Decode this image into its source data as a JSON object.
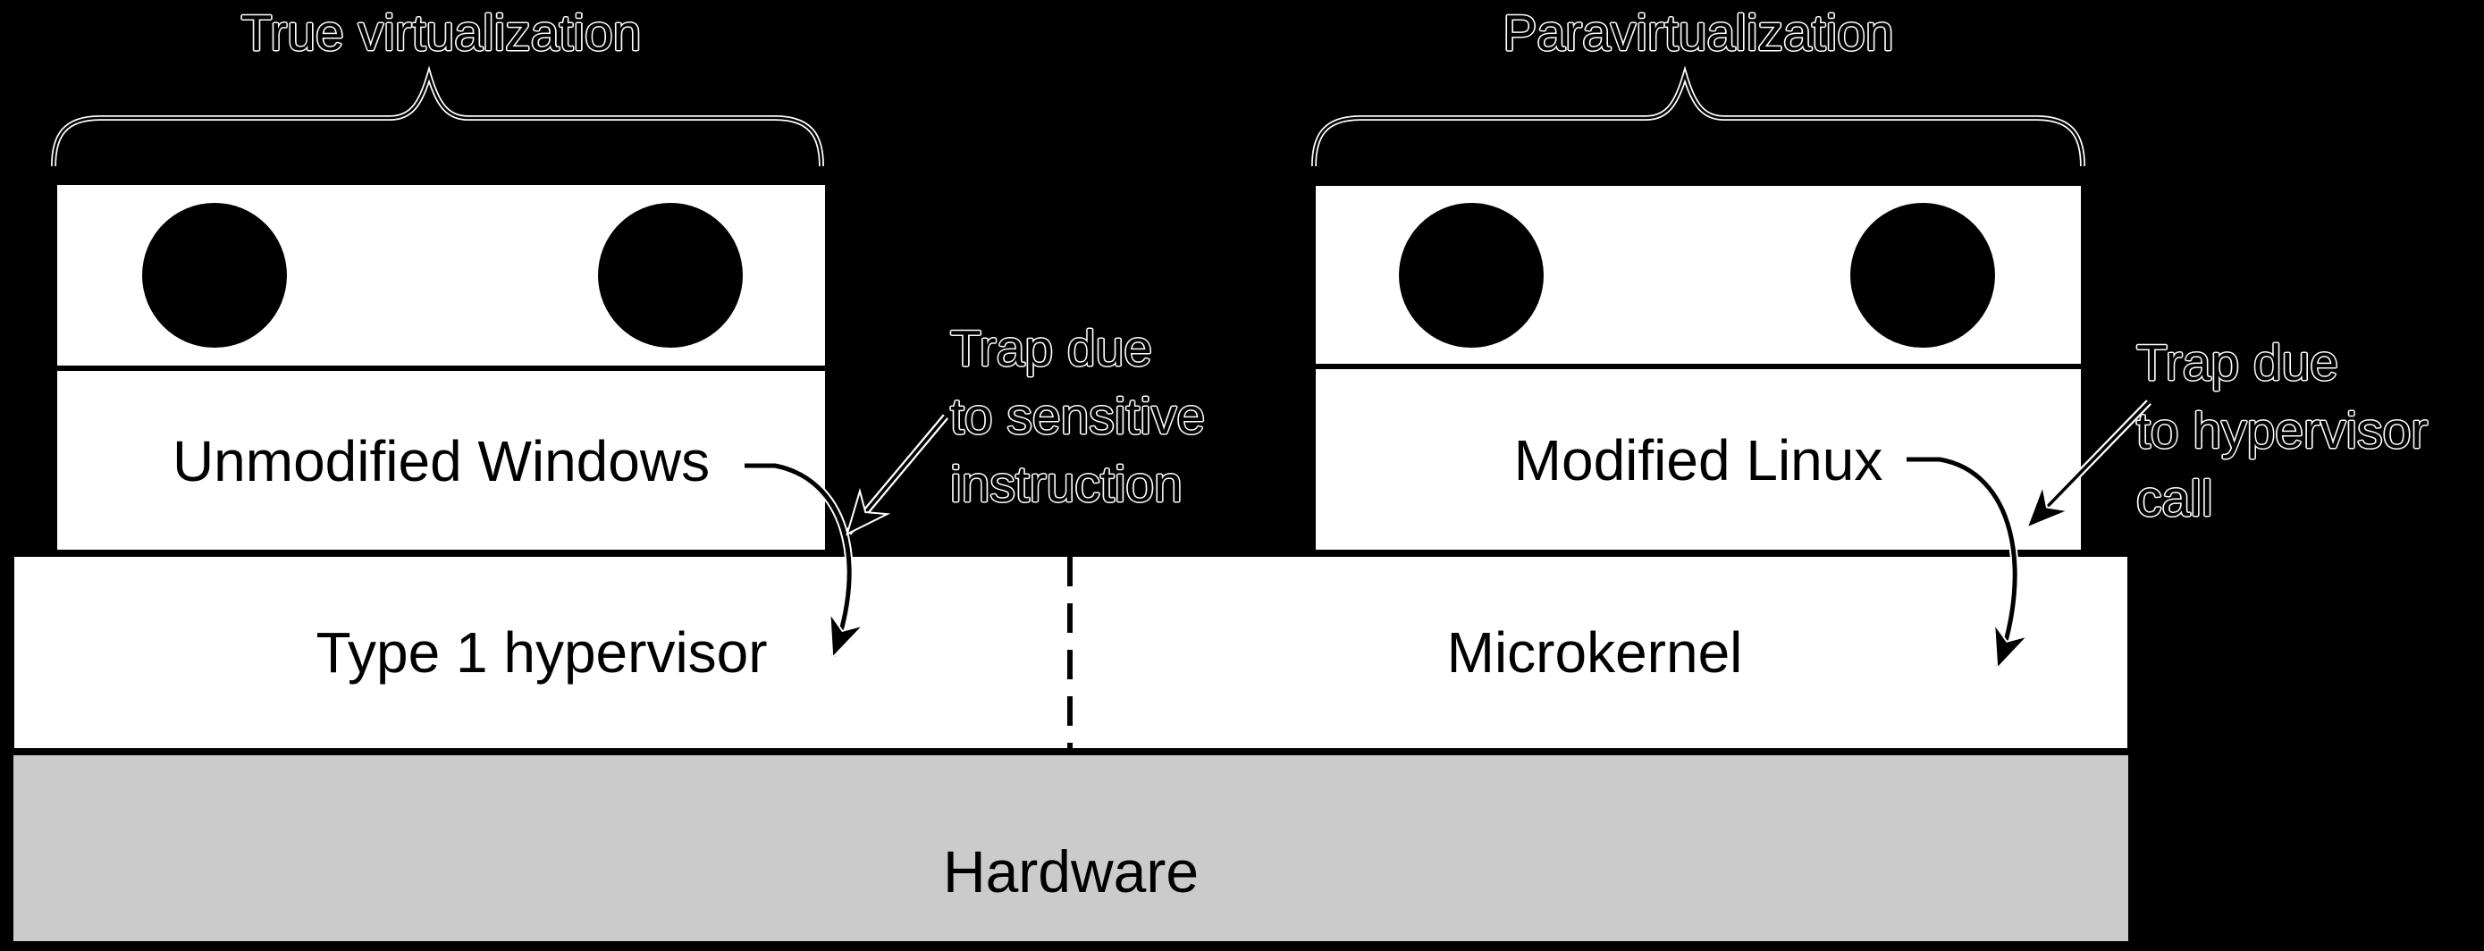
{
  "figure": {
    "left": {
      "title": "True virtualization",
      "guest_os": "Unmodified Windows",
      "platform": "Type 1 hypervisor",
      "trap_lines": [
        "Trap due",
        "to sensitive",
        "instruction"
      ]
    },
    "right": {
      "title": "Paravirtualization",
      "guest_os": "Modified Linux",
      "platform": "Microkernel",
      "trap_lines": [
        "Trap due",
        "to hypervisor",
        "call"
      ]
    },
    "hardware_label": "Hardware",
    "colors": {
      "background": "#000000",
      "box_fill": "#ffffff",
      "hardware_fill": "#cbcbcb",
      "ink": "#000000",
      "fringe": "#ffffff"
    }
  }
}
